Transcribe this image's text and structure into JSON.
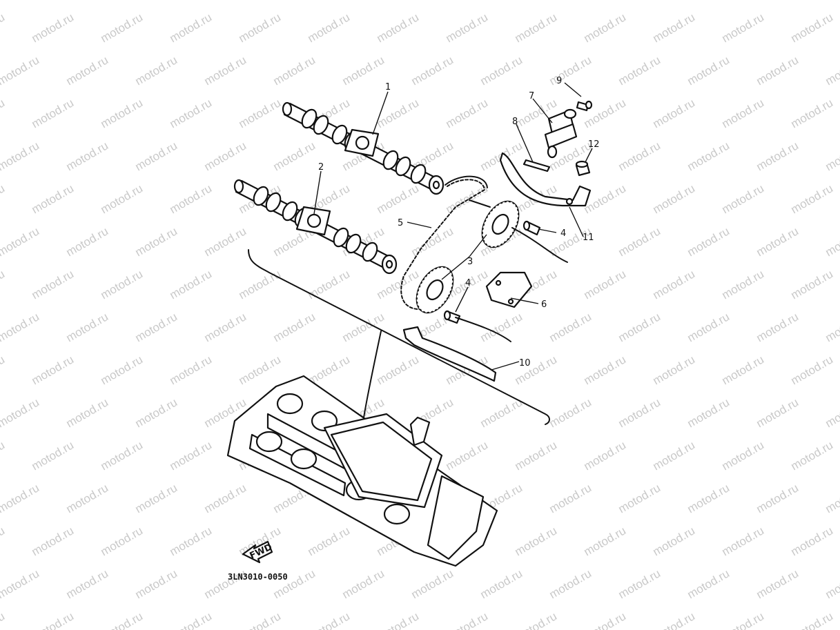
{
  "watermark": "motod.ru",
  "callouts": [
    {
      "id": "1",
      "label": "1"
    },
    {
      "id": "2",
      "label": "2"
    },
    {
      "id": "3",
      "label": "3"
    },
    {
      "id": "4a",
      "label": "4"
    },
    {
      "id": "4b",
      "label": "4"
    },
    {
      "id": "5",
      "label": "5"
    },
    {
      "id": "6",
      "label": "6"
    },
    {
      "id": "7",
      "label": "7"
    },
    {
      "id": "8",
      "label": "8"
    },
    {
      "id": "9",
      "label": "9"
    },
    {
      "id": "10",
      "label": "10"
    },
    {
      "id": "11",
      "label": "11"
    },
    {
      "id": "12",
      "label": "12"
    }
  ],
  "fwd_label": "FWD",
  "diagram_code": "3LN3010-0050",
  "colors": {
    "ink": "#111111",
    "watermark": "#c9c9c9",
    "background": "#ffffff"
  }
}
